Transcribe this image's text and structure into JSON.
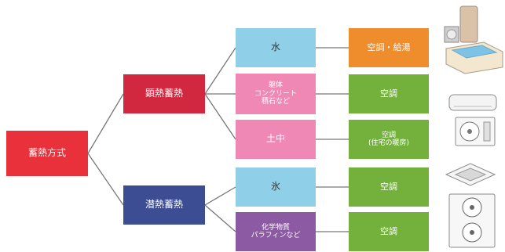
{
  "colors": {
    "root": "#e8313b",
    "latent": "#d2283f",
    "sensible": "#3c4d93",
    "water_ice": "#8fd0e8",
    "pink": "#ef88b4",
    "purple": "#8c5aa2",
    "orange": "#ef8c2b",
    "green": "#73b13c",
    "line": "#777777",
    "textDark": "#333333"
  },
  "nodes": {
    "root": "蓄熱方式",
    "latent": "顕熱蓄熱",
    "sensible": "潜熱蓄熱",
    "media": [
      "水",
      "躯体\nコンクリート\n積石など",
      "土中",
      "氷",
      "化学物質\nパラフィンなど"
    ],
    "uses": [
      "空調・給湯",
      "空調",
      "空調\n(住宅の暖房)",
      "空調",
      "空調"
    ]
  },
  "icons": [
    "water-heater-bathtub-icon",
    "wall-ac-indoor-unit-icon",
    "ac-outdoor-unit-icon",
    "ceiling-cassette-ac-icon",
    "twin-fan-outdoor-unit-icon"
  ]
}
